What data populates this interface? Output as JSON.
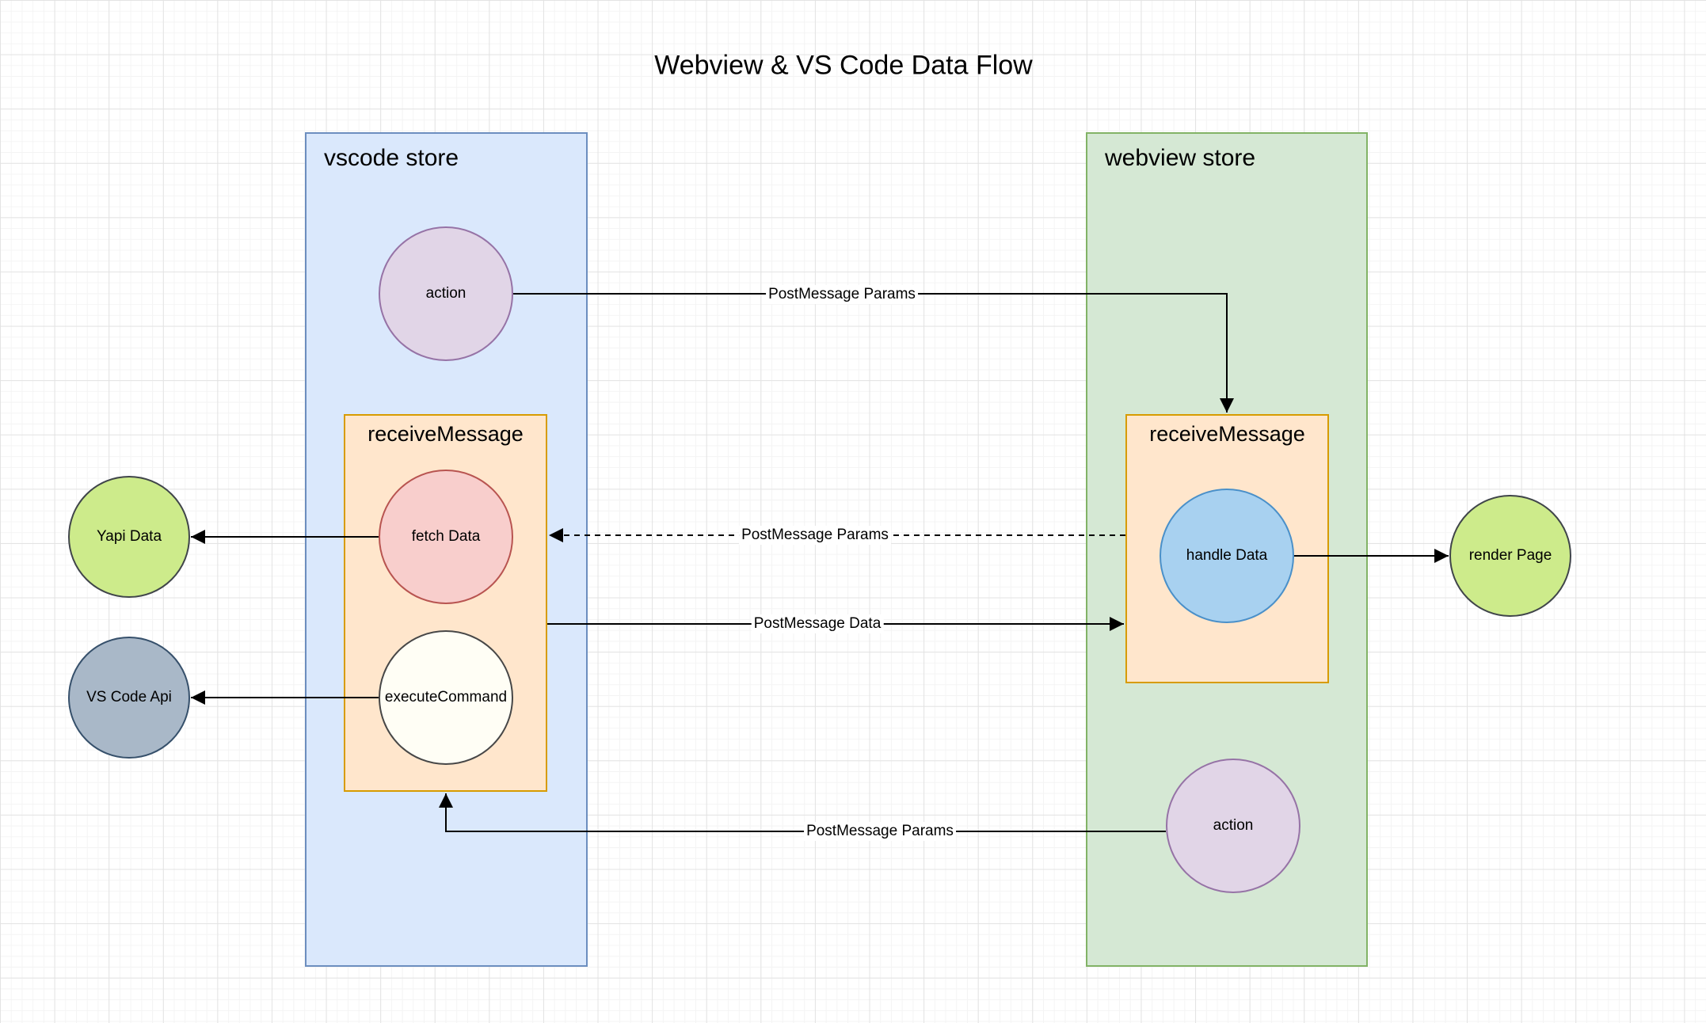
{
  "title": "Webview & VS Code Data Flow",
  "containers": {
    "vscode_store": {
      "label": "vscode store",
      "fill": "#dae8fc",
      "stroke": "#6c8ebf"
    },
    "webview_store": {
      "label": "webview store",
      "fill": "#d5e8d4",
      "stroke": "#82b366"
    }
  },
  "groups": {
    "vscode_receive": {
      "label": "receiveMessage",
      "fill": "#ffe6cc",
      "stroke": "#d79b00"
    },
    "webview_receive": {
      "label": "receiveMessage",
      "fill": "#ffe6cc",
      "stroke": "#d79b00"
    }
  },
  "nodes": {
    "vscode_action": {
      "label": "action",
      "fill": "#e1d5e7",
      "stroke": "#9673a6"
    },
    "fetch_data": {
      "label": "fetch Data",
      "fill": "#f8cecc",
      "stroke": "#b85450"
    },
    "execute_command": {
      "label": "executeCommand",
      "fill": "#fffef5",
      "stroke": "#474747"
    },
    "yapi_data": {
      "label": "Yapi Data",
      "fill": "#cdeb8b",
      "stroke": "#40454a"
    },
    "vscode_api": {
      "label": "VS Code Api",
      "fill": "#a9b8c8",
      "stroke": "#36506b"
    },
    "handle_data": {
      "label": "handle Data",
      "fill": "#a8d1f0",
      "stroke": "#4a90c9"
    },
    "render_page": {
      "label": "render Page",
      "fill": "#cdeb8b",
      "stroke": "#40454a"
    },
    "webview_action": {
      "label": "action",
      "fill": "#e1d5e7",
      "stroke": "#9673a6"
    }
  },
  "edges": {
    "post_params_top": {
      "label": "PostMessage Params",
      "style": "solid",
      "from": "vscode action",
      "to": "webview receiveMessage"
    },
    "post_params_dashed": {
      "label": "PostMessage Params",
      "style": "dashed",
      "from": "webview receiveMessage",
      "to": "fetch Data"
    },
    "post_data": {
      "label": "PostMessage Data",
      "style": "solid",
      "from": "vscode receiveMessage",
      "to": "webview receiveMessage"
    },
    "fetch_to_yapi": {
      "label": "",
      "style": "solid",
      "from": "fetch Data",
      "to": "Yapi Data"
    },
    "execute_to_api": {
      "label": "",
      "style": "solid",
      "from": "executeCommand",
      "to": "VS Code Api"
    },
    "handle_to_render": {
      "label": "",
      "style": "solid",
      "from": "handle Data",
      "to": "render Page"
    },
    "post_params_bottom": {
      "label": "PostMessage Params",
      "style": "solid",
      "from": "webview action",
      "to": "vscode receiveMessage"
    }
  }
}
